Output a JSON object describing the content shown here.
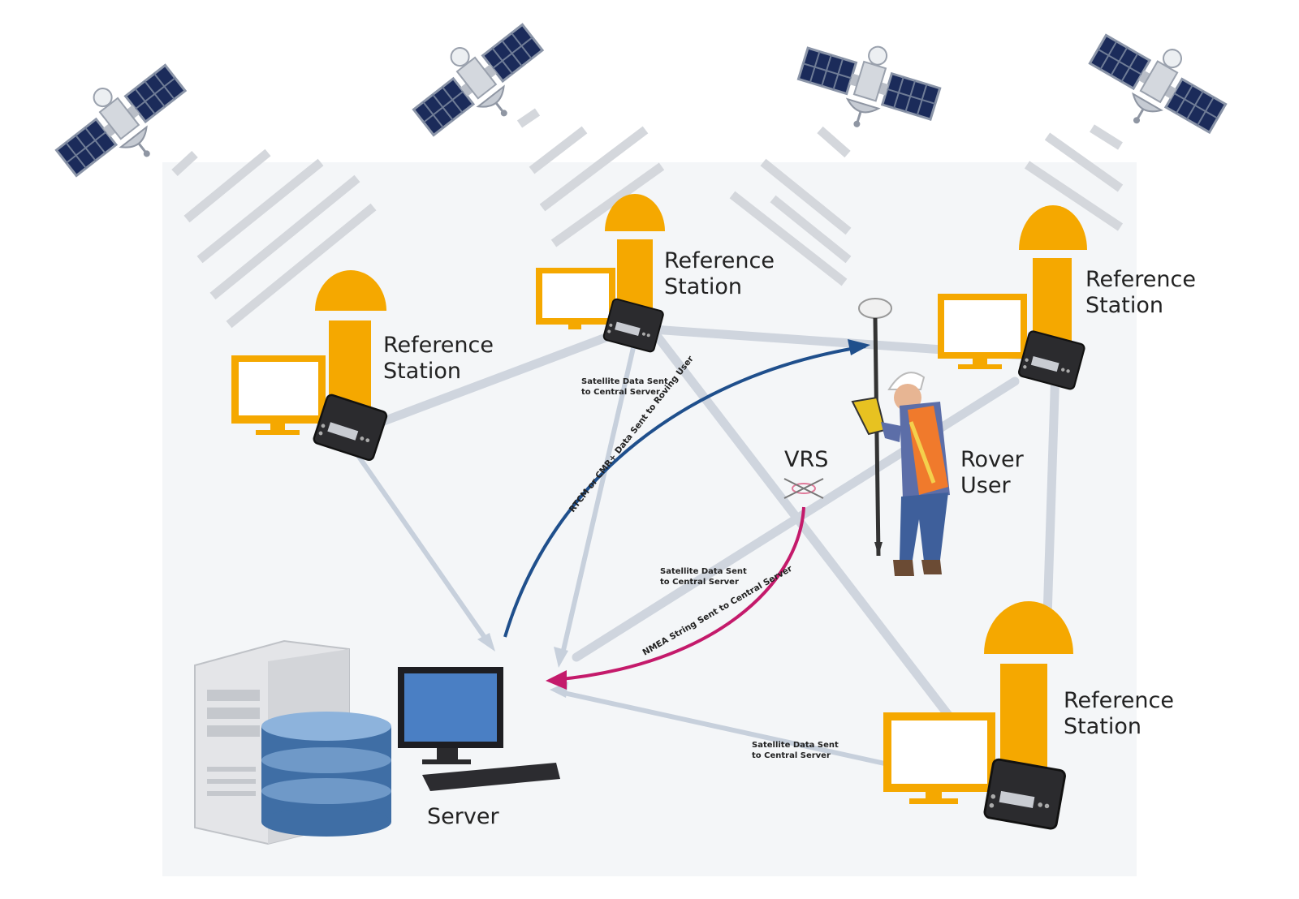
{
  "labels": {
    "reference_station_1": [
      "Reference",
      "Station"
    ],
    "reference_station_2": [
      "Reference",
      "Station"
    ],
    "reference_station_3": [
      "Reference",
      "Station"
    ],
    "reference_station_4": [
      "Reference",
      "Station"
    ],
    "rover_user": [
      "Rover",
      "User"
    ],
    "vrs": "VRS",
    "server": "Server"
  },
  "link_labels": {
    "link_top": [
      "Satellite Data Sent",
      "to Central Server"
    ],
    "link_mid": [
      "Satellite Data Sent",
      "to Central Server"
    ],
    "link_bottom": [
      "Satellite Data Sent",
      "to Central Server"
    ]
  },
  "arc_labels": {
    "correction": "RTCM or CMR+ Data Sent to Roving User",
    "nmea": "NMEA String Sent to Central Server"
  },
  "colors": {
    "station_orange": "#f5a800",
    "correction_arc": "#1f4f8c",
    "nmea_arc": "#c41a6b",
    "link_gray": "#cfd5de",
    "panel_navy": "#1b2b5a"
  }
}
